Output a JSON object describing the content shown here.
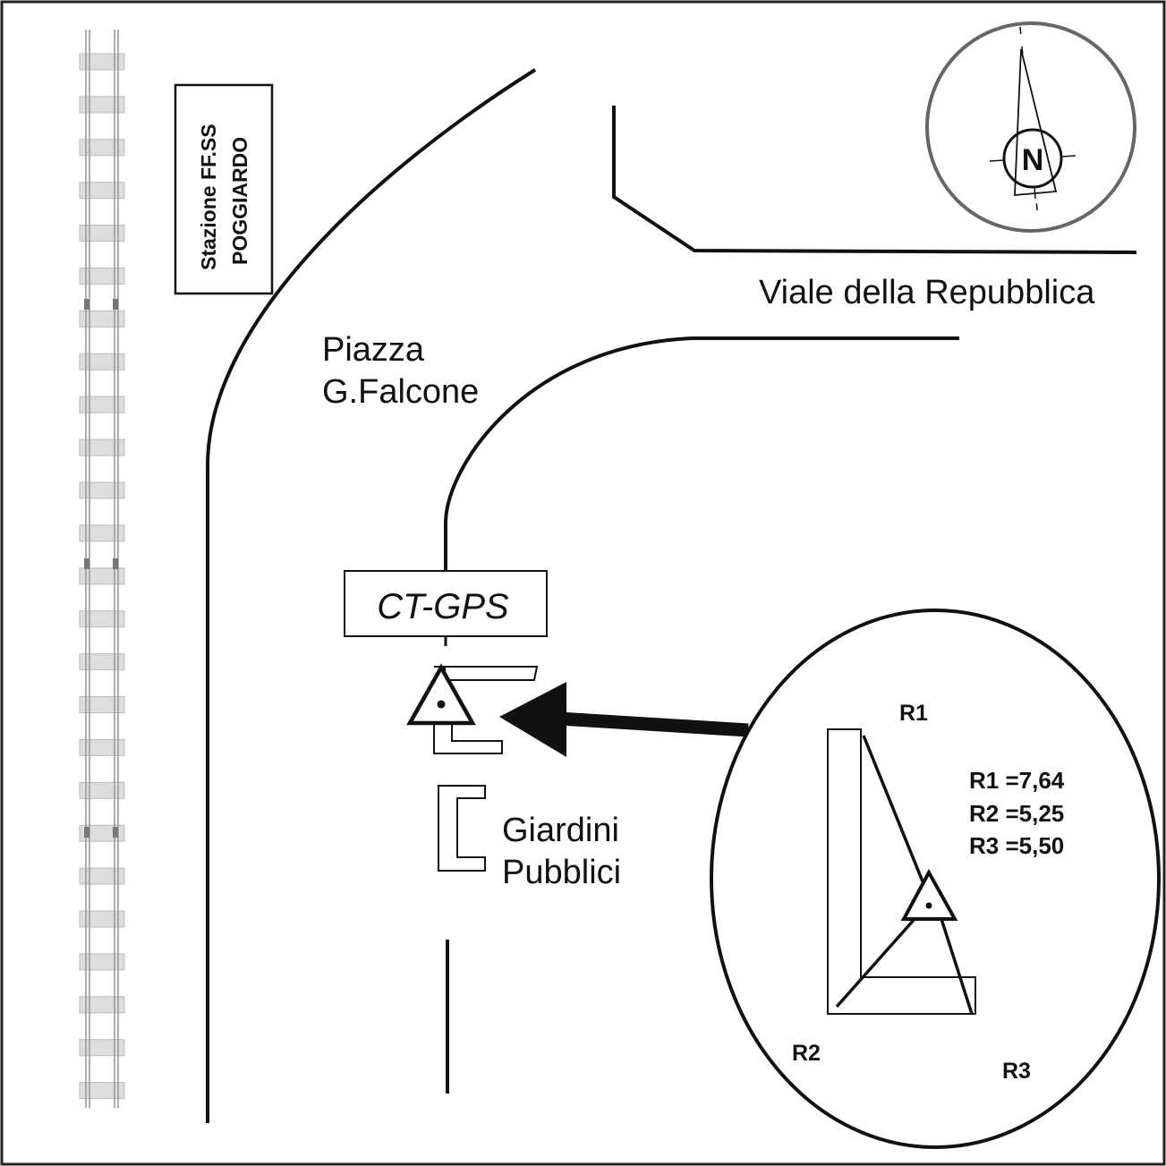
{
  "station": {
    "line1": "Stazione FF.SS",
    "line2": "POGGIARDO"
  },
  "streets": {
    "piazza_line1": "Piazza",
    "piazza_line2": "G.Falcone",
    "viale": "Viale della Repubblica"
  },
  "site": {
    "label": "CT-GPS"
  },
  "gardens": {
    "line1": "Giardini",
    "line2": "Pubblici"
  },
  "compass": {
    "north_letter": "N"
  },
  "inset": {
    "r1_label": "R1",
    "r2_label": "R2",
    "r3_label": "R3",
    "measurements": [
      "R1 =7,64",
      "R2 =5,25",
      "R3 =5,50"
    ]
  },
  "colors": {
    "ink": "#111111",
    "rail": "#dddddd",
    "compass_ring": "#666666"
  }
}
